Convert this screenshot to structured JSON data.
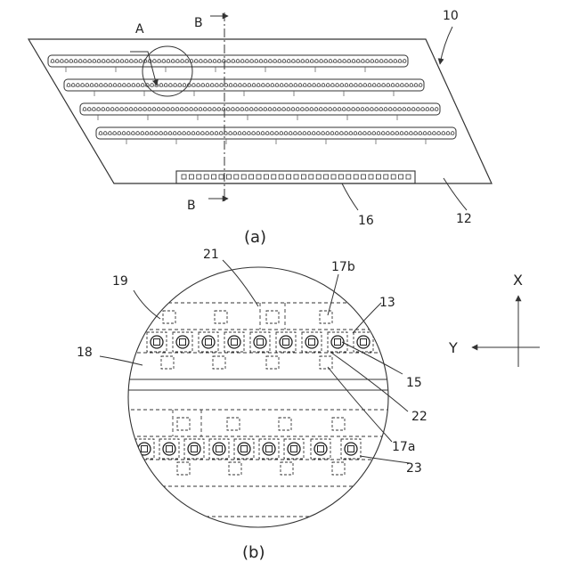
{
  "figure_a": {
    "caption": "(a)",
    "ref_10": "10",
    "ref_12": "12",
    "ref_16": "16",
    "label_A": "A",
    "label_B_top": "B",
    "label_B_bottom": "B"
  },
  "figure_b": {
    "caption": "(b)",
    "ref_13": "13",
    "ref_15": "15",
    "ref_17a": "17a",
    "ref_17b": "17b",
    "ref_18": "18",
    "ref_19": "19",
    "ref_21": "21",
    "ref_22": "22",
    "ref_23": "23"
  },
  "axes": {
    "x_label": "X",
    "y_label": "Y"
  },
  "colors": {
    "line": "#333333",
    "background": "#ffffff"
  }
}
